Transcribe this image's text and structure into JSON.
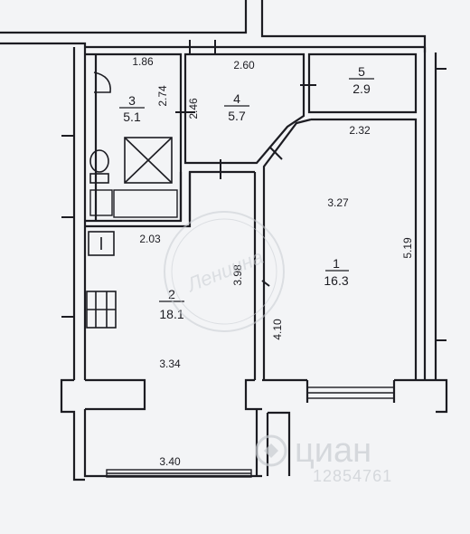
{
  "rooms": [
    {
      "number": "1",
      "area": "16.3"
    },
    {
      "number": "2",
      "area": "18.1"
    },
    {
      "number": "3",
      "area": "5.1"
    },
    {
      "number": "4",
      "area": "5.7"
    },
    {
      "number": "5",
      "area": "2.9"
    }
  ],
  "dimensions": {
    "bath_width": "1.86",
    "bath_height": "2.74",
    "hall_width": "2.60",
    "hall_height": "2.46",
    "room_width": "2.32",
    "room_inner_width": "3.27",
    "room_height": "5.19",
    "room_lower_height": "4.10",
    "kitchen_top_width": "2.03",
    "kitchen_partition": "3.98",
    "kitchen_length": "3.34",
    "balcony_width": "3.40"
  },
  "watermark": {
    "brand": "циан",
    "listing_id": "12854761",
    "seal_text": "Ленинна"
  },
  "colors": {
    "line": "#1c1c22",
    "paper": "#f3f4f6",
    "watermark": "#c9cdd2"
  }
}
